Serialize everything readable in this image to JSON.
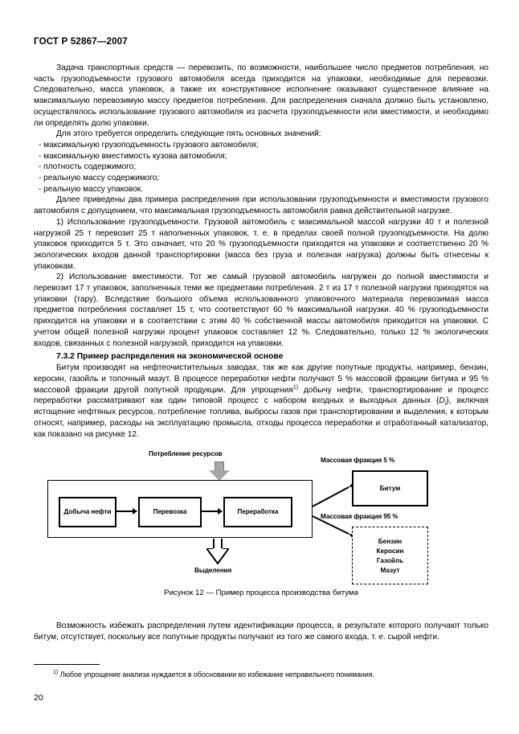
{
  "document": {
    "standard_header": "ГОСТ Р 52867—2007",
    "page_number": "20"
  },
  "body": {
    "para_transport": "Задача транспортных средств — перевозить, по возможности, наибольшее число предметов потребления, но часть грузоподъемности грузового автомобиля всегда приходится на упаковки, необходимые для перевозки. Следовательно, масса упаковок, а также их конструктивное исполнение оказывают существенное влияние на максимальную перевозимую массу предметов потребления. Для распределения сначала должно быть установлено, осуществлялось использование грузового автомобиля из расчета грузоподъемности или вместимости, и необходимо ли определять долю упаковки.",
    "para_five_values_intro": "Для этого требуется определить следующие пять основных значений:",
    "value_list": [
      "- максимальную грузоподъемность грузового автомобиля;",
      "- максимальную вместимость кузова автомобиля;",
      "- плотность содержимого;",
      "- реальную массу содержимого;",
      "- реальную массу упаковок."
    ],
    "para_examples_intro": "Далее приведены два примера распределения при использовании грузоподъемности и вместимости грузового автомобиля с допущением, что максимальная грузоподъемность автомобиля равна действительной нагрузке.",
    "para_example_1": "1) Использование грузоподъемности. Грузовой автомобиль с максимальной массой нагрузки 40 т и полезной нагрузкой 25 т перевозит 25 т наполненных упаковок, т. е. в пределах своей полной грузоподъемности. На долю упаковок приходится 5 т. Это означает, что 20 % грузоподъемности приходится на упаковки и соответственно 20 % экологических входов данной транспортировки (масса без груза и полезная нагрузка) должны быть отнесены к упаковкам.",
    "para_example_2": "2) Использование вместимости. Тот же самый грузовой автомобиль нагружен до полной вместимости и перевозит 17 т упаковок, заполненных теми же предметами потребления. 2 т из 17 т полезной нагрузки приходятся на упаковки (тару). Вследствие большого объема использованного упаковочного материала перевозимая масса предметов потребления составляет 15 т, что соответствуют 60 % максимальной нагрузки. 40 % грузоподъемности приходится на упаковки и в соответствии с этим 40 % собственной массы автомобиля приходится на упаковки. С учетом общей полезной нагрузки процент упаковок составляет 12 %. Следовательно, только 12 % экологических входов, связанных с полезной нагрузкой, приходится на упаковки.",
    "section_heading": "7.3.2 Пример распределения на экономической основе",
    "para_bitumen_part1": "Битум производят на нефтеочистительных заводах, так же как другие попутные продукты, например, бензин, керосин, газойль и топочный мазут. В процессе переработки нефти получают 5 % массовой фракции битума и 95 % массовой фракции другой попутной продукции. Для упрощения",
    "footnote_marker": "1)",
    "para_bitumen_part2": " добычу нефти, транспортирование и процесс переработки рассматривают как один типовой процесс с набором входных и выходных данных {",
    "variable_symbol": "D",
    "variable_subscript": "i",
    "para_bitumen_part3": "}, включая истощение нефтяных ресурсов, потребление топлива, выбросы газов при транспортировании и выделения, к которым относят, например, расходы на эксплуатацию промысла, отходы процесса переработки и отработанный катализатор, как показано на рисунке 12.",
    "para_closing": "Возможность избежать распределения путем идентификации процесса, в результате которого получают только битум, отсутствует, поскольку все попутные продукты получают из того же самого входа, т. е. сырой нефти.",
    "footnote_text": "Любое упрощение анализа нуждается в обосновании во избежание неправильного понимания.",
    "footnote_number": "1)"
  },
  "figure": {
    "caption": "Рисунок 12 —  Пример процесса производства битума",
    "label_resources": "Потребление ресурсов",
    "label_emissions": "Выделения",
    "label_fraction_5": "Массовая фракция 5 %",
    "label_fraction_95": "Массовая фракция 95 %",
    "process_boxes": [
      "Добыча нефти",
      "Перевозка",
      "Переработка"
    ],
    "output_primary": "Битум",
    "output_byproducts": [
      "Бензин",
      "Керосин",
      "Газойль",
      "Мазут"
    ]
  },
  "colors": {
    "page_background": "#ffffff",
    "text": "#000000",
    "arrow_gray_fill": "#a6a6a6",
    "arrow_gray_stroke": "#7a7a7a"
  }
}
